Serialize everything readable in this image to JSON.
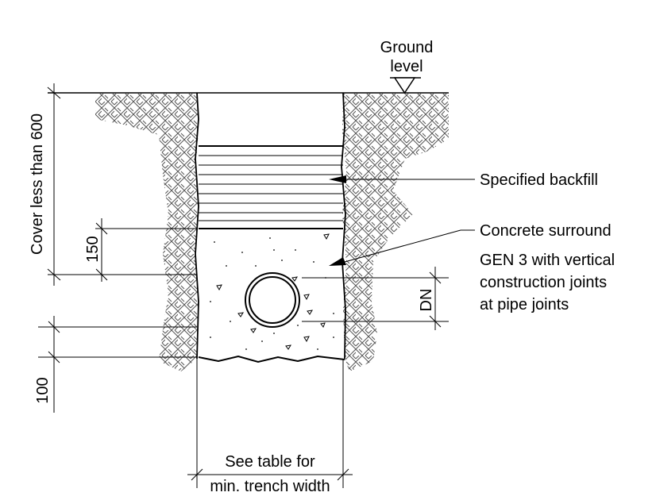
{
  "ground_label_line1": "Ground",
  "ground_label_line2": "level",
  "backfill_label": "Specified backfill",
  "concrete_label_lines": [
    "Concrete surround",
    "GEN 3 with vertical",
    "construction joints",
    "at pipe joints"
  ],
  "cover_dim_label": "Cover less than 600",
  "dim_150_label": "150",
  "dim_100_label": "100",
  "dn_label": "DN",
  "trench_width_line1": "See table for",
  "trench_width_line2": "min. trench width"
}
